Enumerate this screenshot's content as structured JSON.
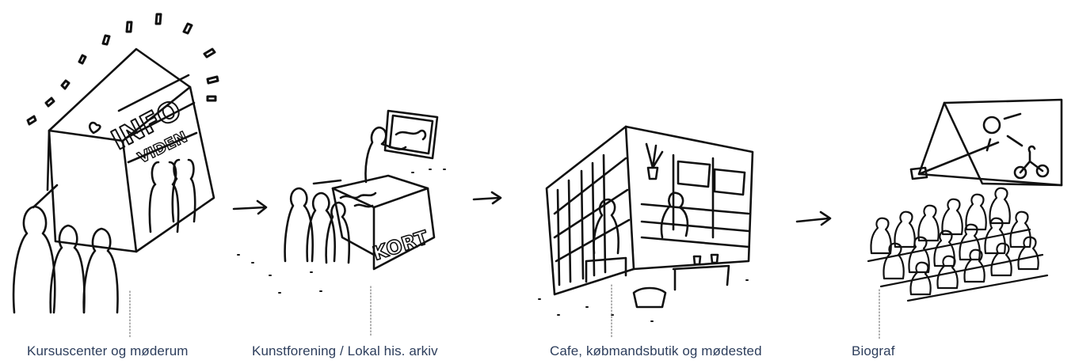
{
  "stages": [
    {
      "label": "Kursuscenter og møderum",
      "sign_text": "INFO",
      "sign_subtext": "VIDEN"
    },
    {
      "label": "Kunstforening / Lokal his. arkiv",
      "sign_text": "KORT"
    },
    {
      "label": "Cafe, købmandsbutik og mødested"
    },
    {
      "label": "Biograf"
    }
  ],
  "colors": {
    "ink": "#111111",
    "label": "#2d3e5c",
    "leader": "#777777"
  }
}
